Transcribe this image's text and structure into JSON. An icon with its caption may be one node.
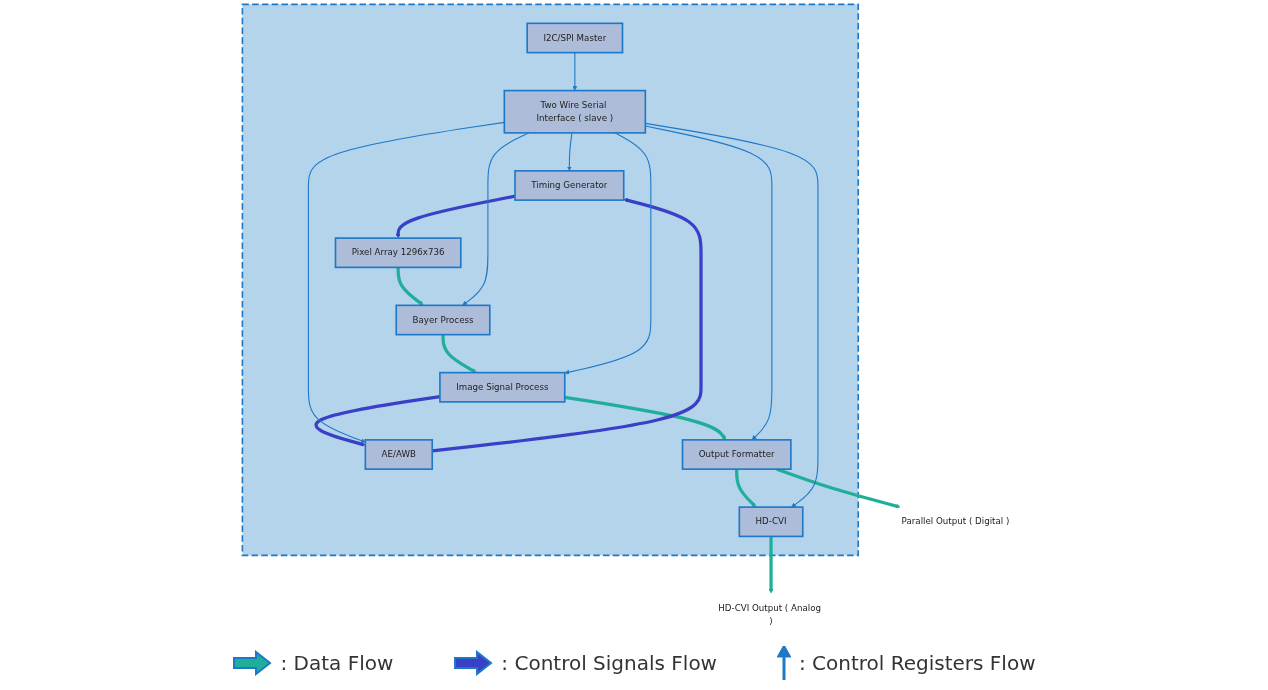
{
  "diagram": {
    "nodes": [
      {
        "text": [],
        "shape": "box"
      },
      {
        "text": [
          "Pixel Array 1296x736"
        ],
        "in": 0
      },
      {
        "text": [
          "Bayer Process"
        ],
        "in": 0
      },
      {
        "text": [
          "Image Signal Process"
        ],
        "in": 0
      },
      {
        "text": [
          "Output Formatter"
        ],
        "in": 0
      },
      {
        "text": [
          "Timing Generator"
        ],
        "in": 0
      },
      {
        "text": [
          "AE/AWB"
        ],
        "in": 0
      },
      {
        "text": [
          "HD-CVI"
        ],
        "in": 0
      },
      {
        "text": [
          "Two Wire Serial Interface ( slave )"
        ],
        "in": 0
      },
      {
        "text": [
          "I2C/SPI Master"
        ],
        "in": 0
      },
      {
        "text": [
          "Parallel Output ( Digital )"
        ]
      },
      {
        "text": [
          "HD-CVI Output ( Analog )"
        ]
      }
    ],
    "edges": [
      {
        "from": 1,
        "to": 2,
        "arrow": "to",
        "color": "#1fae9a"
      },
      {
        "from": 2,
        "to": 3,
        "arrow": "to",
        "color": "#1fae9a"
      },
      {
        "from": 3,
        "to": 4,
        "arrow": "to",
        "color": "#1fae9a"
      },
      {
        "from": 4,
        "to": 10,
        "arrow": "to",
        "color": "#1fae9a"
      },
      {
        "from": 4,
        "to": 7,
        "arrow": "to",
        "color": "#1fae9a"
      },
      {
        "from": 7,
        "to": 11,
        "arrow": "to",
        "color": "#1fae9a"
      },
      {
        "from": 5,
        "to": 1,
        "arrow": "to",
        "color": "#3a3fc8"
      },
      {
        "from": 3,
        "to": 6,
        "arrow": "to",
        "color": "#3a3fc8"
      },
      {
        "from": 6,
        "to": 5,
        "arrow": "to",
        "color": "#3a3fc8"
      },
      {
        "from": 8,
        "to": 5,
        "arrow": "to"
      },
      {
        "from": 8,
        "to": 2,
        "arrow": "to"
      },
      {
        "from": 8,
        "to": 6,
        "arrow": "to"
      },
      {
        "from": 8,
        "to": 3,
        "arrow": "to"
      },
      {
        "from": 8,
        "to": 4,
        "arrow": "to"
      },
      {
        "from": 8,
        "to": 7,
        "arrow": "to"
      },
      {
        "from": 9,
        "to": 8,
        "arrow": "to"
      }
    ],
    "legend": [
      {
        "text": ": Data Flow"
      },
      {
        "text": ": Control Signals Flow"
      },
      {
        "text": ": Control Registers Flow"
      }
    ]
  }
}
